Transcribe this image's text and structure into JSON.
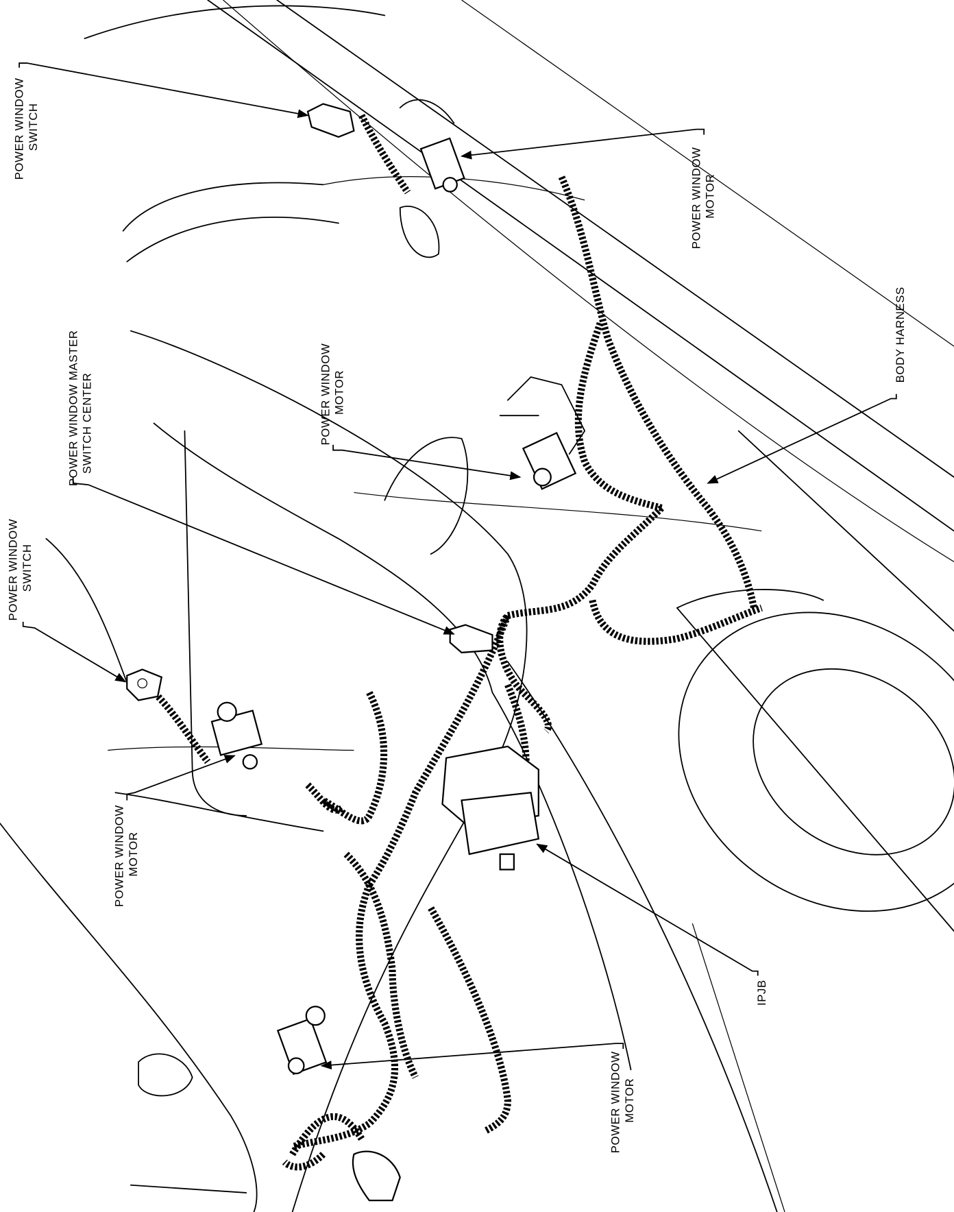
{
  "title": "Power window system component locations",
  "labels": {
    "switch_rear": {
      "line1": "POWER WINDOW",
      "line2": "SWITCH"
    },
    "motor_rear_right": {
      "line1": "POWER WINDOW",
      "line2": "MOTOR"
    },
    "body_harness": {
      "line1": "BODY HARNESS"
    },
    "motor_front_right": {
      "line1": "POWER WINDOW",
      "line2": "MOTOR"
    },
    "master_switch": {
      "line1": "POWER WINDOW MASTER",
      "line2": "SWITCH CENTER"
    },
    "switch_front": {
      "line1": "POWER WINDOW",
      "line2": "SWITCH"
    },
    "motor_front_left": {
      "line1": "POWER WINDOW",
      "line2": "MOTOR"
    },
    "ipjb": {
      "line1": "IPJB"
    },
    "motor_rear_left": {
      "line1": "POWER WINDOW",
      "line2": "MOTOR"
    }
  }
}
